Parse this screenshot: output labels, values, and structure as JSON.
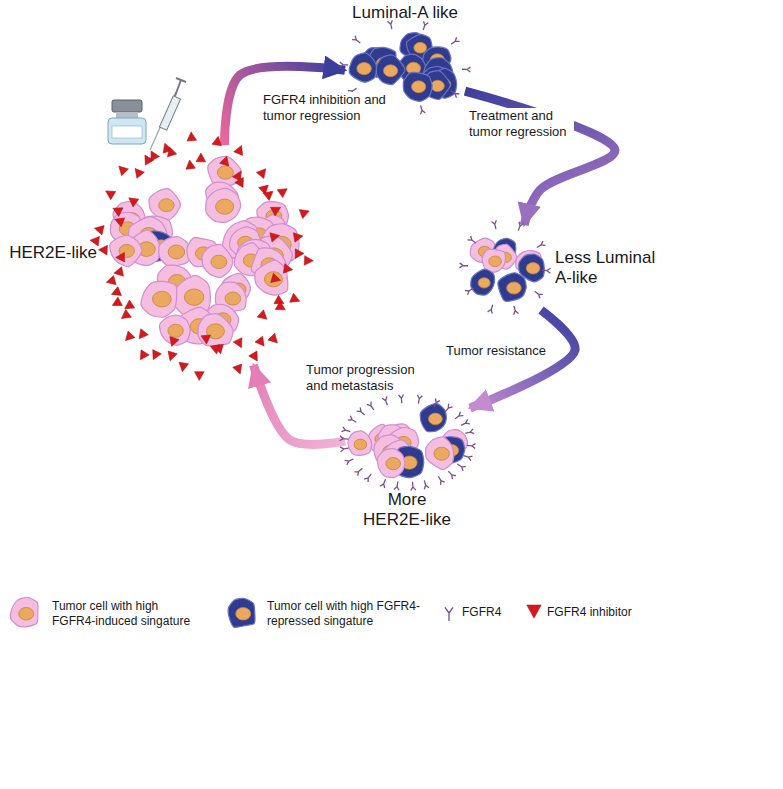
{
  "diagram": {
    "nodes": [
      {
        "text": [
          "HER2E-like"
        ]
      },
      {
        "text": [
          "Luminal-A like"
        ]
      },
      {
        "text": [
          "Less Luminal A-like"
        ]
      },
      {
        "text": [
          "More HER2E-like"
        ]
      }
    ],
    "edges": [
      {
        "from": 0,
        "to": 1,
        "label": "FGFR4 inhibition and tumor regression",
        "arrow": "to"
      },
      {
        "from": 1,
        "to": 2,
        "label": "Treatment and tumor regression",
        "arrow": "to"
      },
      {
        "from": 2,
        "to": 3,
        "label": "Tumor resistance",
        "arrow": "to"
      },
      {
        "from": 3,
        "to": 0,
        "label": "Tumor progression and metastasis",
        "arrow": "to"
      }
    ],
    "legend": [
      {
        "text": "Tumor cell with high FGFR4-induced singature"
      },
      {
        "text": "Tumor cell with high FGFR4-repressed singature"
      },
      {
        "text": "FGFR4"
      },
      {
        "text": "FGFR4 inhibitor"
      }
    ]
  }
}
